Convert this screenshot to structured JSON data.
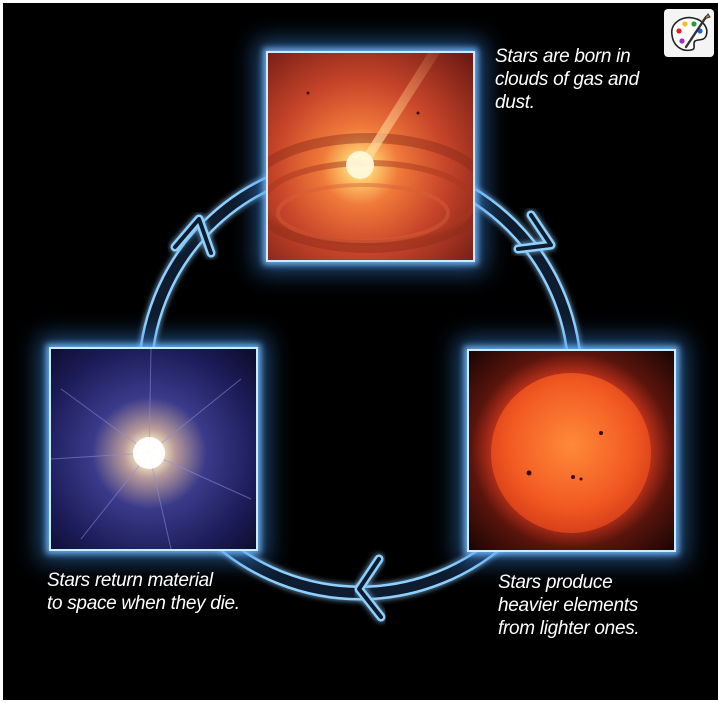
{
  "captions": {
    "birth": "Stars are born in\nclouds of gas and\ndust.",
    "production": "Stars produce\nheavier elements\nfrom lighter ones.",
    "death": "Stars return material\nto space when they die."
  },
  "colors": {
    "background": "#000000",
    "ring": "#0d1a2e",
    "ring_glow": "#8fd0ff",
    "caption_text": "#ffffff"
  },
  "icons": {
    "toolbar": "paint-palette-icon",
    "cycle_arrows": "arrowhead-icon"
  }
}
